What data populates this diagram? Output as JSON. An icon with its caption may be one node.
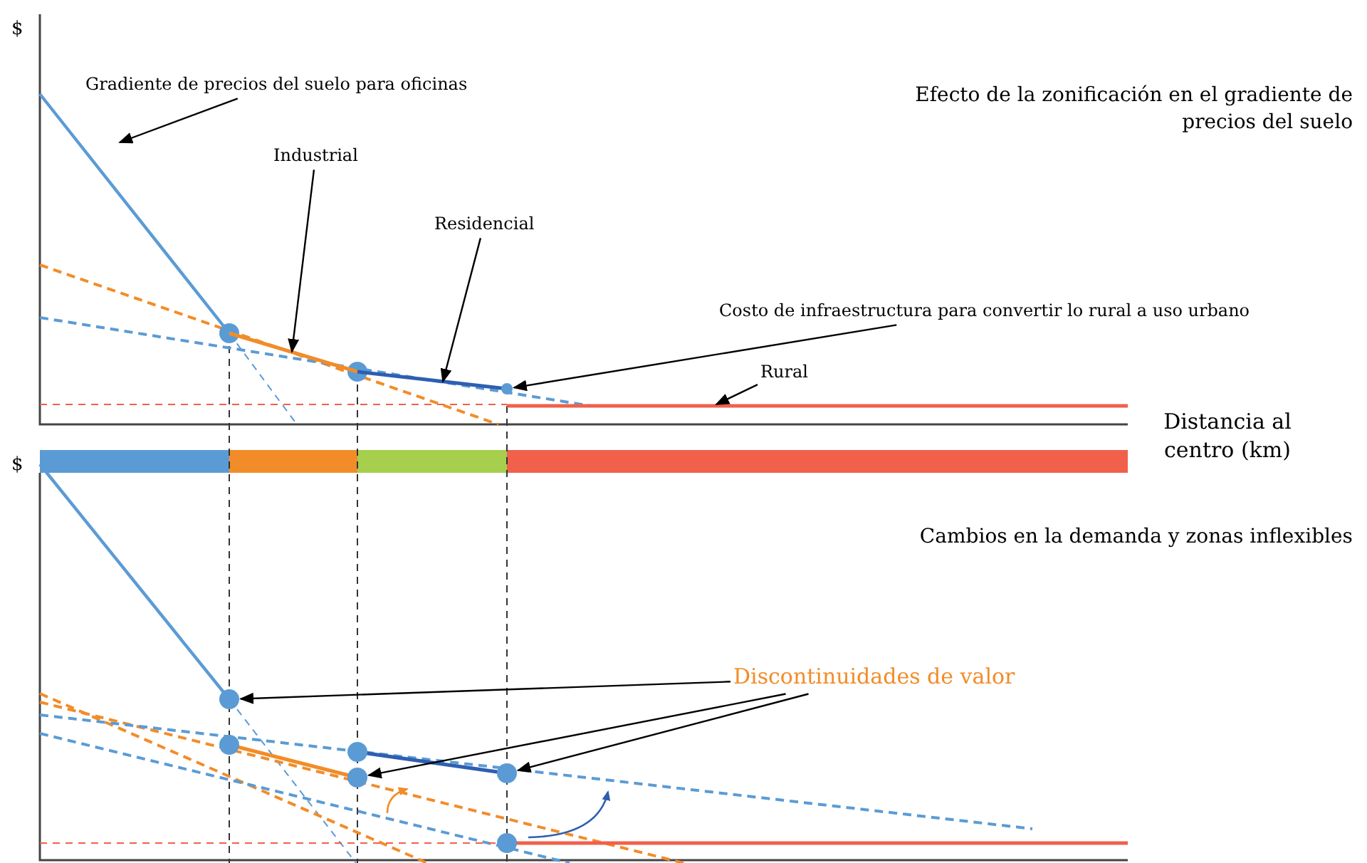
{
  "diagram": {
    "nodes": [
      {
        "text": [
          "Gradiente de precios del suelo para oficinas"
        ]
      },
      {
        "text": [],
        "shape": "line"
      },
      {
        "text": [
          "Industrial"
        ]
      },
      {
        "text": [],
        "shape": "line"
      },
      {
        "text": [
          "Residencial"
        ]
      },
      {
        "text": [],
        "shape": "line"
      },
      {
        "text": [
          "Costo de infraestructura para convertir lo rural a uso urbano"
        ]
      },
      {
        "text": [],
        "shape": "circle"
      },
      {
        "text": [
          "Rural"
        ]
      },
      {
        "text": [],
        "shape": "line"
      },
      {
        "text": [
          "Discontinuidades de valor"
        ]
      },
      {
        "text": [],
        "shape": "circle"
      },
      {
        "text": [],
        "shape": "circle"
      },
      {
        "text": [],
        "shape": "circle"
      }
    ],
    "edges": [
      {
        "from": 0,
        "to": 1,
        "arrow": "to"
      },
      {
        "from": 2,
        "to": 3,
        "arrow": "to"
      },
      {
        "from": 4,
        "to": 5,
        "arrow": "to"
      },
      {
        "from": 6,
        "to": 7,
        "arrow": "to"
      },
      {
        "from": 8,
        "to": 9,
        "arrow": "to"
      },
      {
        "from": 10,
        "to": 11,
        "arrow": "to"
      },
      {
        "from": 10,
        "to": 12,
        "arrow": "to"
      },
      {
        "from": 10,
        "to": 13,
        "arrow": "to"
      }
    ],
    "labels": [
      "$",
      "Efecto de la zonificación en el gradiente de precios del suelo",
      "Distancia al centro (km)",
      "$",
      "Cambios en la demanda y zonas inflexibles"
    ]
  }
}
